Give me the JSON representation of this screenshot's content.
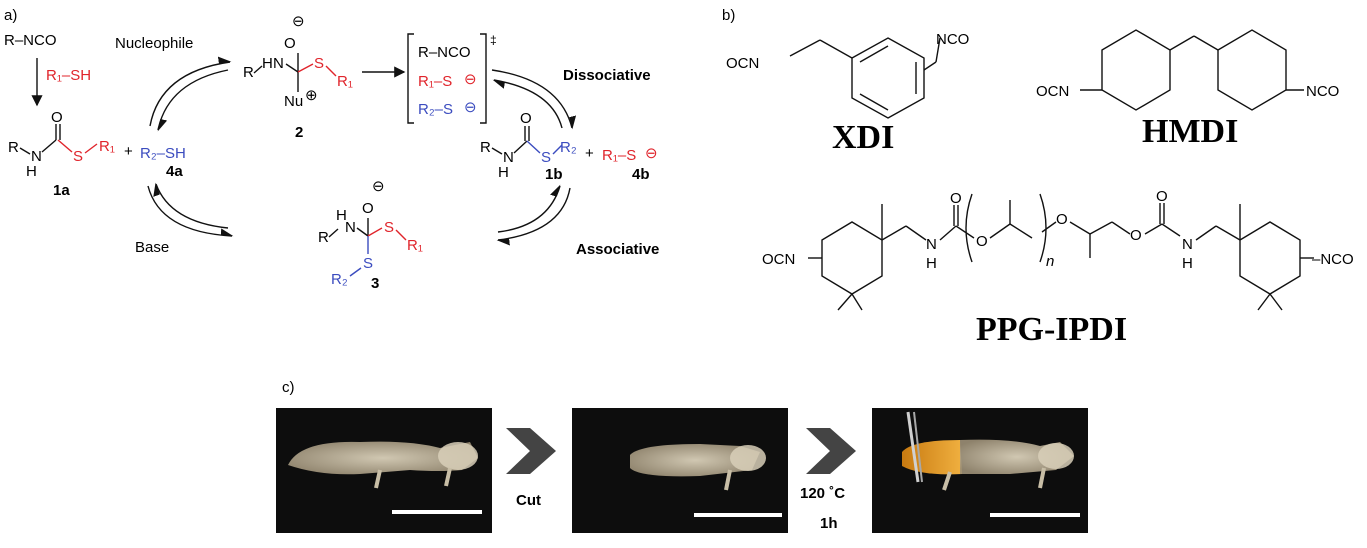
{
  "panels": {
    "a": "a)",
    "b": "b)",
    "c": "c)"
  },
  "scheme_a": {
    "isocyanate": "R–NCO",
    "thiol1": "R₁–SH",
    "nucleophile": "Nucleophile",
    "base": "Base",
    "thiol2": "R₂–SH",
    "plus": "+",
    "dissociative": "Dissociative",
    "associative": "Associative",
    "compounds": {
      "c1a": "1a",
      "c4a": "4a",
      "c2": "2",
      "c3": "3",
      "c1b": "1b",
      "c4b": "4b"
    },
    "ts": {
      "line1": "R–NCO",
      "line2": "R₁–S",
      "line3": "R₂–S",
      "dagger": "‡"
    },
    "atoms": {
      "R": "R",
      "N": "N",
      "H": "H",
      "O": "O",
      "S": "S",
      "Nu": "Nu",
      "R1": "R₁",
      "R2": "R₂",
      "minus": "⊖",
      "plus_c": "⊕"
    }
  },
  "monomers_b": {
    "xdi": "XDI",
    "hmdi": "HMDI",
    "ppg_ipdi": "PPG-IPDI",
    "nco": "NCO",
    "ocn": "OCN",
    "nco_dash": "–NCO",
    "n_sub": "n"
  },
  "photos_c": {
    "cut": "Cut",
    "temp": "120 ˚C",
    "time": "1h"
  },
  "colors": {
    "red": "#e0242b",
    "blue": "#3b4cbf",
    "arrow": "#444444"
  }
}
